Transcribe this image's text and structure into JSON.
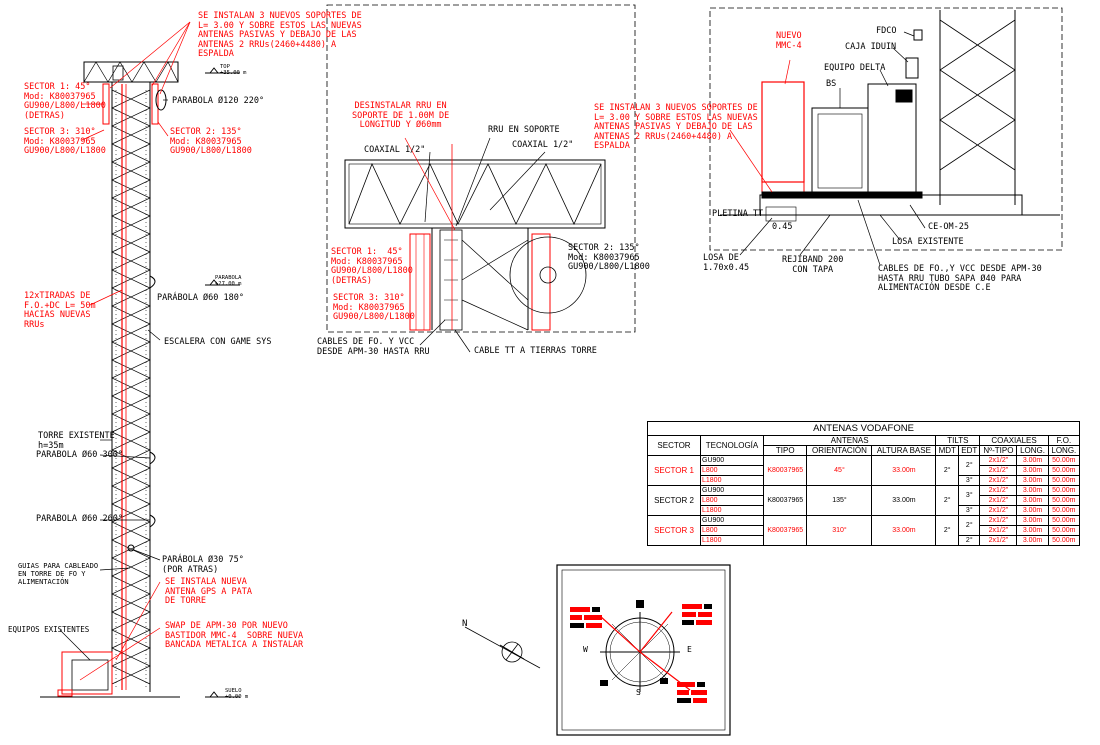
{
  "colors": {
    "annotation": "#ff0000",
    "lines": "#000000"
  },
  "tower": {
    "labels": [
      {
        "text": "SE INSTALAN 3 NUEVOS SOPORTES DE\nL= 3.00 Y SOBRE ESTOS LAS NUEVAS\nANTENAS PASIVAS Y DEBAJO DE LAS\nANTENAS 2 RRUs(2460+4480) A\nESPALDA",
        "red": true
      },
      {
        "text": "TOP\n+35.00 m",
        "red": false
      },
      {
        "text": "SECTOR 1: 45°\nMod: K80037965\nGU900/L800/L1800\n(DETRAS)",
        "red": true
      },
      {
        "text": "PARABOLA Ø120 220°",
        "red": false
      },
      {
        "text": "SECTOR 3: 310°\nMod: K80037965\nGU900/L800/L1800",
        "red": true
      },
      {
        "text": "SECTOR 2: 135°\nMod: K80037965\nGU900/L800/L1800",
        "red": true
      },
      {
        "text": "PARABOLA\n+27.00 m",
        "red": false
      },
      {
        "text": "PARÁBOLA Ø60 180°",
        "red": false
      },
      {
        "text": "12xTIRADAS DE\nF.O.+DC L= 50m\nHACIAS NUEVAS\nRRUs",
        "red": true
      },
      {
        "text": "ESCALERA CON GAME SYS",
        "red": false
      },
      {
        "text": "TORRE EXISTENTE\nh=35m",
        "red": false
      },
      {
        "text": "PARABOLA Ø60 300°",
        "red": false
      },
      {
        "text": "PARABOLA Ø60 260°",
        "red": false
      },
      {
        "text": "PARÁBOLA Ø30 75°\n(POR ATRAS)",
        "red": false
      },
      {
        "text": "GUIAS PARA CABLEADO\nEN TORRE DE FO Y\nALIMENTACIÓN",
        "red": false
      },
      {
        "text": "SE INSTALA NUEVA\nANTENA GPS A PATA\nDE TORRE",
        "red": true
      },
      {
        "text": "EQUIPOS EXISTENTES",
        "red": false
      },
      {
        "text": "SWAP DE APM-30 POR NUEVO\nBASTIDOR MMC-4  SOBRE NUEVA\nBANCADA METALICA A INSTALAR",
        "red": true
      },
      {
        "text": "SUELO\n+0.00 m",
        "red": false
      }
    ]
  },
  "detail": {
    "labels": [
      {
        "text": "DESINSTALAR RRU EN\nSOPORTE DE 1.00M DE\nLONGITUD Y Ø60mm",
        "red": true
      },
      {
        "text": "RRU EN SOPORTE",
        "red": false
      },
      {
        "text": "COAXIAL 1/2\"",
        "red": false
      },
      {
        "text": "COAXIAL 1/2\"",
        "red": false
      },
      {
        "text": "SECTOR 1:  45°\nMod: K80037965\nGU900/L800/L1800\n(DETRAS)",
        "red": true
      },
      {
        "text": "SECTOR 2: 135°\nMod: K80037965\nGU900/L800/L1800",
        "red": false
      },
      {
        "text": "SECTOR 3: 310°\nMod: K80037965\nGU900/L800/L1800",
        "red": true
      },
      {
        "text": "CABLES DE FO. Y VCC\nDESDE APM-30 HASTA RRU",
        "red": false
      },
      {
        "text": "CABLE TT A TIERRAS TORRE",
        "red": false
      }
    ]
  },
  "equipment": {
    "labels": [
      {
        "text": "NUEVO\nMMC-4",
        "red": true
      },
      {
        "text": "FDCO",
        "red": false
      },
      {
        "text": "CAJA IDUIN",
        "red": false
      },
      {
        "text": "EQUIPO DELTA",
        "red": false
      },
      {
        "text": "BS",
        "red": false
      },
      {
        "text": "SE INSTALAN 3 NUEVOS SOPORTES DE\nL= 3.00 Y SOBRE ESTOS LAS NUEVAS\nANTENAS PASIVAS Y DEBAJO DE LAS\nANTENAS 2 RRUs(2460+4480) A\nESPALDA",
        "red": true
      },
      {
        "text": "PLETINA TT",
        "red": false
      },
      {
        "text": "0.45",
        "red": false
      },
      {
        "text": "CE-OM-25",
        "red": false
      },
      {
        "text": "LOSA EXISTENTE",
        "red": false
      },
      {
        "text": "LOSA DE\n1.70x0.45",
        "red": false
      },
      {
        "text": "REJIBAND 200\nCON TAPA",
        "red": false
      },
      {
        "text": "CABLES DE FO.,Y VCC DESDE APM-30\nHASTA RRU TUBO SAPA Ø40 PARA\nALIMENTACIÓN DESDE C.E",
        "red": false
      }
    ]
  },
  "table": {
    "title": "ANTENAS VODAFONE",
    "headers": {
      "sector": "SECTOR",
      "tecnologia": "TECNOLOGÍA",
      "antenas": "ANTENAS",
      "tipo": "TIPO",
      "orientacion": "ORIENTACIÓN",
      "altura": "ALTURA BASE",
      "tilts": "TILTS",
      "mdt": "MDT",
      "edt": "EDT",
      "coaxiales": "COAXIALES",
      "ntipo": "Nº-TIPO",
      "long": "LONG.",
      "fo": "F.O.",
      "fo_long": "LONG."
    },
    "sectors": [
      {
        "name": "SECTOR 1",
        "red": true,
        "tipo": "K80037965",
        "orientacion": "45°",
        "altura": "33.00m",
        "mdt": "2°",
        "rows": [
          {
            "tech": "GU900",
            "tech_red": false,
            "edt": "2°",
            "coax": "2x1/2\"",
            "long": "3.00m",
            "fo": "50.00m"
          },
          {
            "tech": "L800",
            "tech_red": true,
            "edt": "",
            "coax": "2x1/2\"",
            "long": "3.00m",
            "fo": "50.00m"
          },
          {
            "tech": "L1800",
            "tech_red": true,
            "edt": "3°",
            "coax": "2x1/2\"",
            "long": "3.00m",
            "fo": "50.00m"
          }
        ]
      },
      {
        "name": "SECTOR 2",
        "red": false,
        "tipo": "K80037965",
        "orientacion": "135°",
        "altura": "33.00m",
        "mdt": "2°",
        "rows": [
          {
            "tech": "GU900",
            "tech_red": false,
            "edt": "3°",
            "coax": "2x1/2\"",
            "long": "3.00m",
            "fo": "50.00m"
          },
          {
            "tech": "L800",
            "tech_red": true,
            "edt": "",
            "coax": "2x1/2\"",
            "long": "3.00m",
            "fo": "50.00m"
          },
          {
            "tech": "L1800",
            "tech_red": true,
            "edt": "3°",
            "coax": "2x1/2\"",
            "long": "3.00m",
            "fo": "50.00m"
          }
        ]
      },
      {
        "name": "SECTOR 3",
        "red": true,
        "tipo": "K80037965",
        "orientacion": "310°",
        "altura": "33.00m",
        "mdt": "2°",
        "rows": [
          {
            "tech": "GU900",
            "tech_red": false,
            "edt": "2°",
            "coax": "2x1/2\"",
            "long": "3.00m",
            "fo": "50.00m"
          },
          {
            "tech": "L800",
            "tech_red": true,
            "edt": "",
            "coax": "2x1/2\"",
            "long": "3.00m",
            "fo": "50.00m"
          },
          {
            "tech": "L1800",
            "tech_red": true,
            "edt": "2°",
            "coax": "2x1/2\"",
            "long": "3.00m",
            "fo": "50.00m"
          }
        ]
      }
    ]
  },
  "compass": {
    "north": "N",
    "south": "S",
    "east": "E",
    "west": "W"
  }
}
